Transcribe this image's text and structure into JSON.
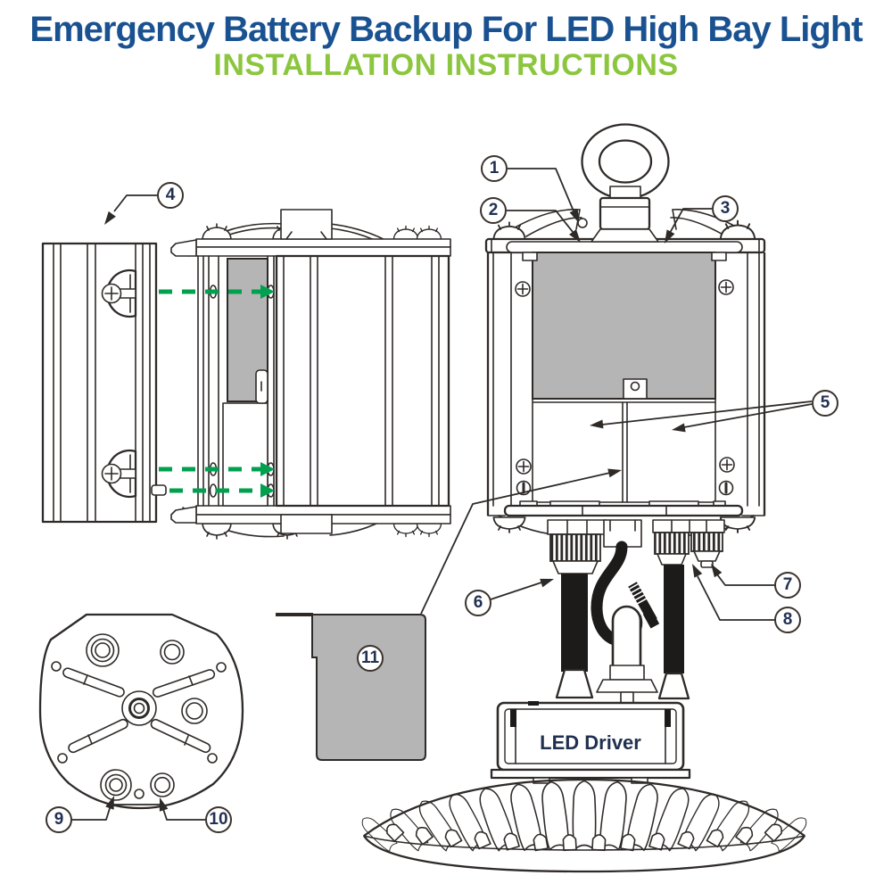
{
  "title": {
    "line1": "Emergency Battery Backup For LED High Bay Light",
    "line2": "INSTALLATION INSTRUCTIONS"
  },
  "device": {
    "driver_label": "LED Driver"
  },
  "callouts": [
    {
      "label": "1"
    },
    {
      "label": "2"
    },
    {
      "label": "3"
    },
    {
      "label": "4"
    },
    {
      "label": "5"
    },
    {
      "label": "6"
    },
    {
      "label": "7"
    },
    {
      "label": "8"
    },
    {
      "label": "9"
    },
    {
      "label": "10"
    },
    {
      "label": "11"
    }
  ],
  "colors": {
    "title_blue": "#1a5291",
    "instructions_green": "#8cc63e",
    "arrow_green": "#00a04f",
    "panel_gray": "#b5b5b5",
    "ink": "#2e2a28",
    "callout_ink": "#223052",
    "cable_black": "#1d1b1a",
    "driver_label_color": "#203050"
  }
}
